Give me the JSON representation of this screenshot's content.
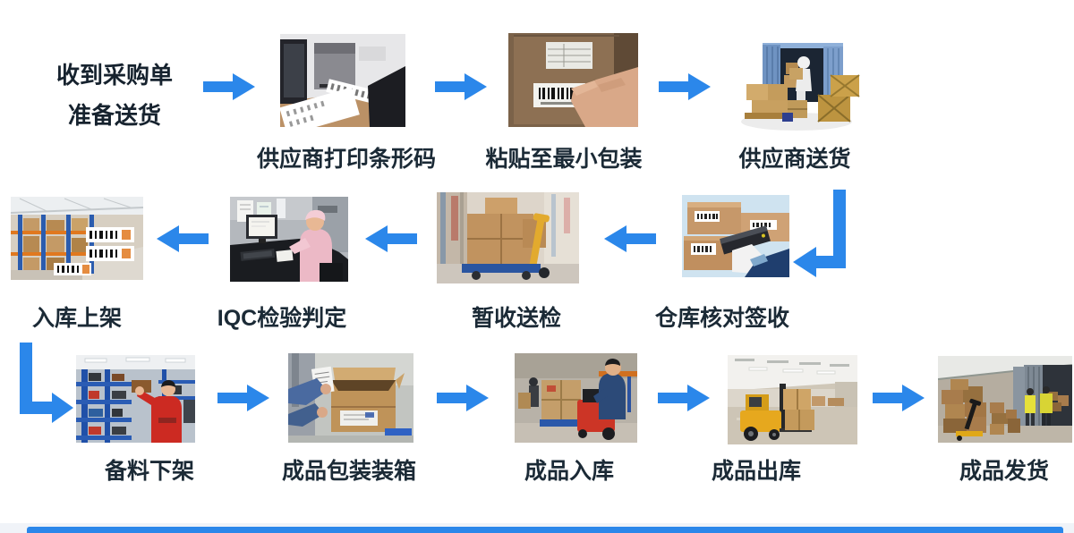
{
  "start_note": {
    "line1": "收到采购单",
    "line2": "准备送货"
  },
  "steps": {
    "row1": [
      {
        "label": "供应商打印条形码",
        "image": "printer-printing-barcode-labels-photo"
      },
      {
        "label": "粘贴至最小包装",
        "image": "hand-applying-barcode-label-to-carton-photo"
      },
      {
        "label": "供应商送货",
        "image": "container-delivery-3d-figure-photo"
      }
    ],
    "row2": [
      {
        "label": "入库上架",
        "image": "warehouse-racking-with-barcodes-photo"
      },
      {
        "label": "IQC检验判定",
        "image": "inspector-at-computer-photo"
      },
      {
        "label": "暂收送检",
        "image": "pallet-jack-with-boxes-photo"
      },
      {
        "label": "仓库核对签收",
        "image": "handheld-scanner-scanning-cartons-photo"
      }
    ],
    "row3": [
      {
        "label": "备料下架",
        "image": "worker-picking-from-blue-shelves-photo"
      },
      {
        "label": "成品包装装箱",
        "image": "packing-carton-photo"
      },
      {
        "label": "成品入库",
        "image": "electric-pallet-truck-warehouse-photo"
      },
      {
        "label": "成品出库",
        "image": "forklift-carrying-boxes-photo"
      },
      {
        "label": "成品发货",
        "image": "loading-container-with-workers-photo"
      }
    ]
  },
  "colors": {
    "arrow_blue": "#2b87ea",
    "label_text": "#1b2a36",
    "footer_bar_blue": "#2b87ea"
  }
}
